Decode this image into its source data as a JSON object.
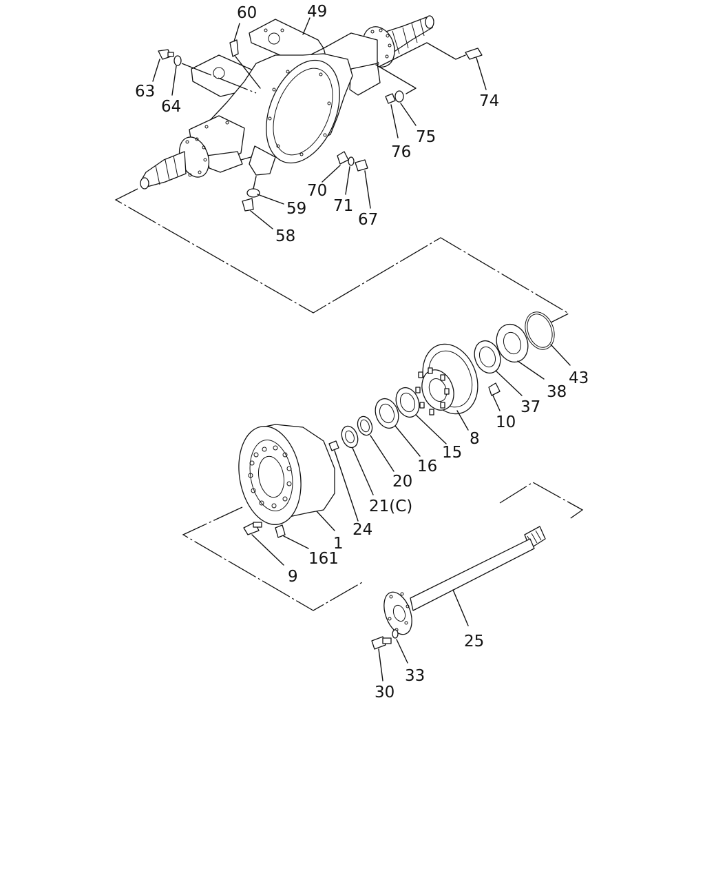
{
  "labels": {
    "p49": "49",
    "p60": "60",
    "p63": "63",
    "p64": "64",
    "p74": "74",
    "p75": "75",
    "p76": "76",
    "p70": "70",
    "p71": "71",
    "p67": "67",
    "p59": "59",
    "p58": "58",
    "p43": "43",
    "p38": "38",
    "p37": "37",
    "p10": "10",
    "p8": "8",
    "p15": "15",
    "p16": "16",
    "p20": "20",
    "p21": "21(C)",
    "p24": "24",
    "p1": "1",
    "p161": "161",
    "p9": "9",
    "p25": "25",
    "p33": "33",
    "p30": "30"
  }
}
